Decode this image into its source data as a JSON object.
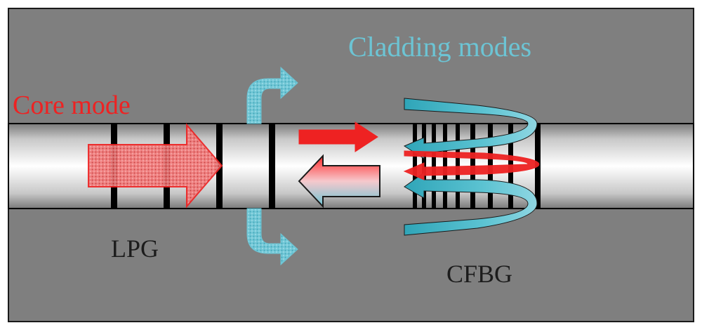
{
  "labels": {
    "core_mode": "Core mode",
    "cladding_modes": "Cladding modes",
    "lpg": "LPG",
    "cfbg": "CFBG"
  },
  "colors": {
    "background": "#7f7f7f",
    "frame": "#1a1a1a",
    "core_mode": "#ee2222",
    "core_arrow_fill": "#f28080",
    "cladding": "#6cc4d4",
    "cladding_dark": "#2fa5b8",
    "grating_line": "#000000",
    "label_dark": "#1c1c1c"
  },
  "elements": {
    "fiber": "optical-fiber",
    "lpg_grating": "long-period-grating",
    "cfbg_grating": "chirped-fiber-bragg-grating"
  }
}
